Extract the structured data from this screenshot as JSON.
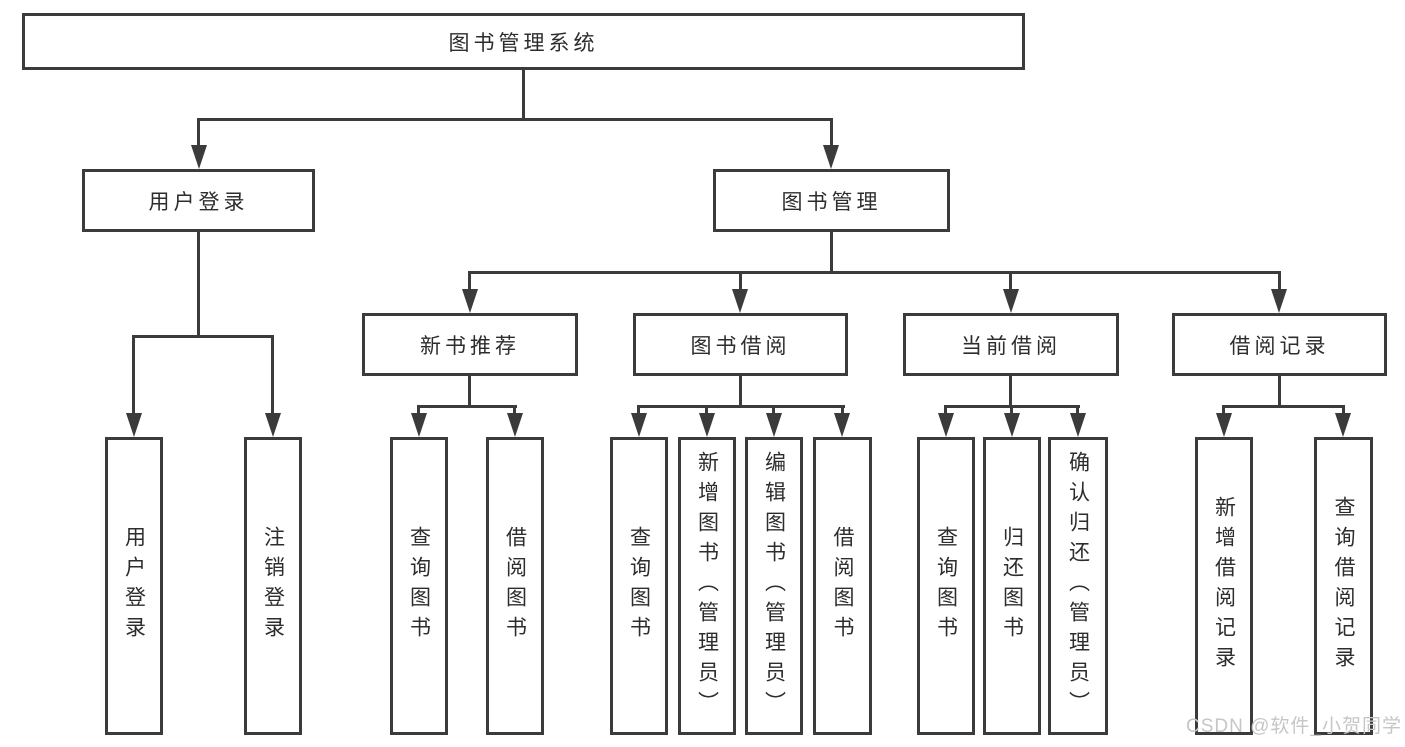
{
  "diagram": {
    "root": "图书管理系统",
    "level2": {
      "user_login": "用户登录",
      "book_management": "图书管理"
    },
    "level3": {
      "new_book_recommend": "新书推荐",
      "book_borrow": "图书借阅",
      "current_borrow": "当前借阅",
      "borrow_records": "借阅记录"
    },
    "leaves": {
      "user_login": [
        "用户登录",
        "注销登录"
      ],
      "new_book_recommend": [
        "查询图书",
        "借阅图书"
      ],
      "book_borrow": [
        "查询图书",
        "新增图书（管理员）",
        "编辑图书（管理员）",
        "借阅图书"
      ],
      "current_borrow": [
        "查询图书",
        "归还图书",
        "确认归还（管理员）"
      ],
      "borrow_records": [
        "新增借阅记录",
        "查询借阅记录"
      ]
    },
    "colors": {
      "line": "#3b3b3b",
      "text": "#2d2d2d",
      "watermark": "#c6c6c6"
    },
    "watermark": "CSDN @软件_小贺同学"
  }
}
